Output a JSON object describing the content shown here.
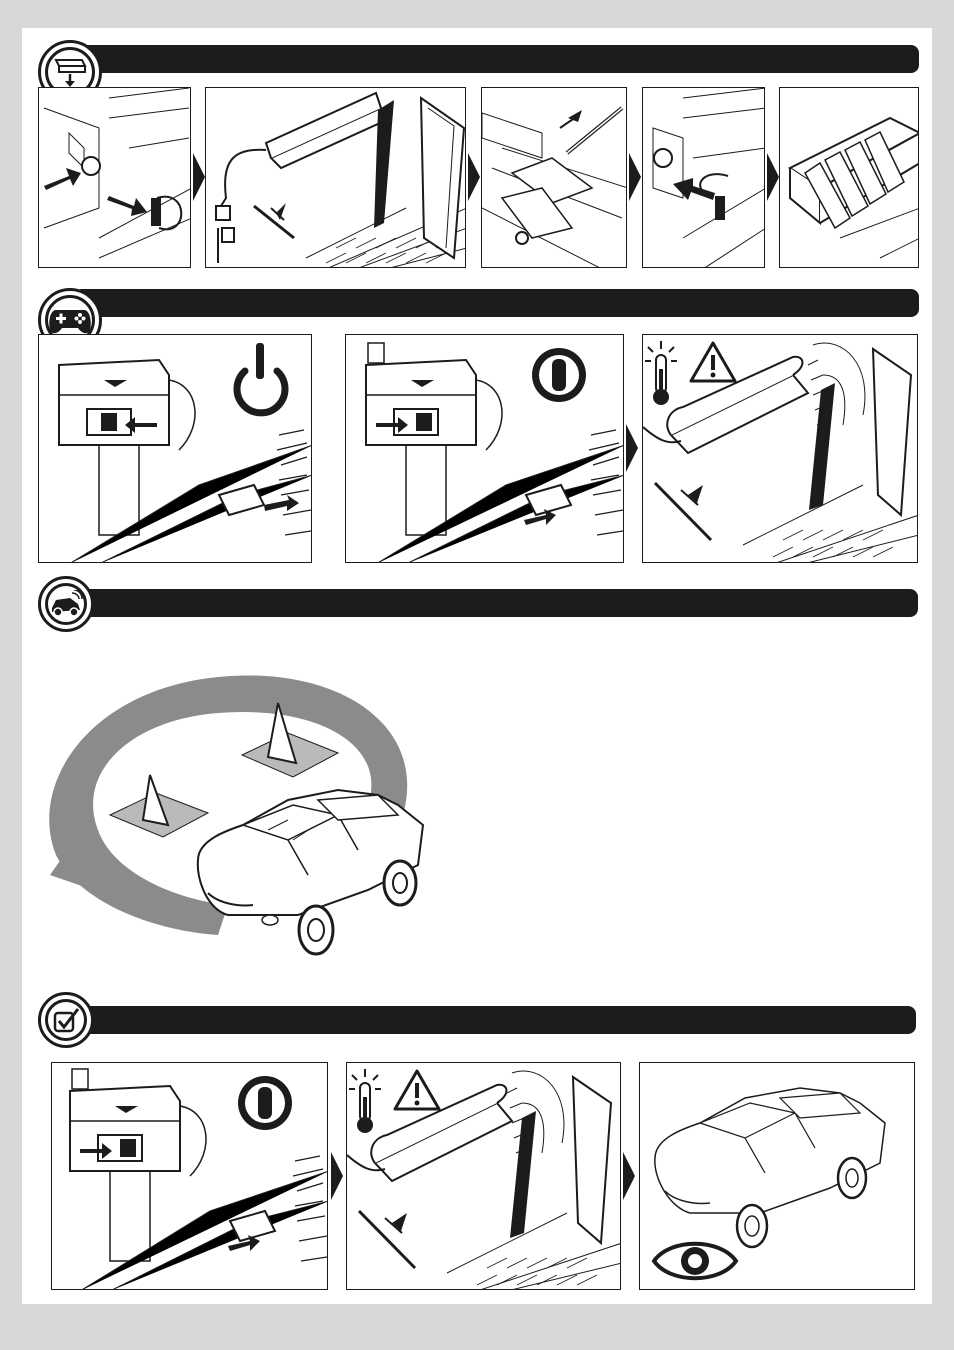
{
  "colors": {
    "ink": "#1c1c1c",
    "background": "#d7d8d9",
    "page": "#ffffff",
    "track_gray": "#8a8b8d",
    "cone_base": "#b9babb"
  },
  "sections": [
    {
      "id": "install",
      "icon": "battery-insert-icon",
      "panels": 5
    },
    {
      "id": "power",
      "icon": "gamepad-icon",
      "panels": 3
    },
    {
      "id": "drive",
      "icon": "rc-car-icon",
      "panels": 1
    },
    {
      "id": "checklist",
      "icon": "checkbox-icon",
      "panels": 3
    }
  ],
  "icons": {
    "power_on": "power-on-icon",
    "power_off": "power-off-icon",
    "heat": "thermometer-heat-icon",
    "warning": "warning-triangle-icon",
    "eye": "eye-icon"
  }
}
